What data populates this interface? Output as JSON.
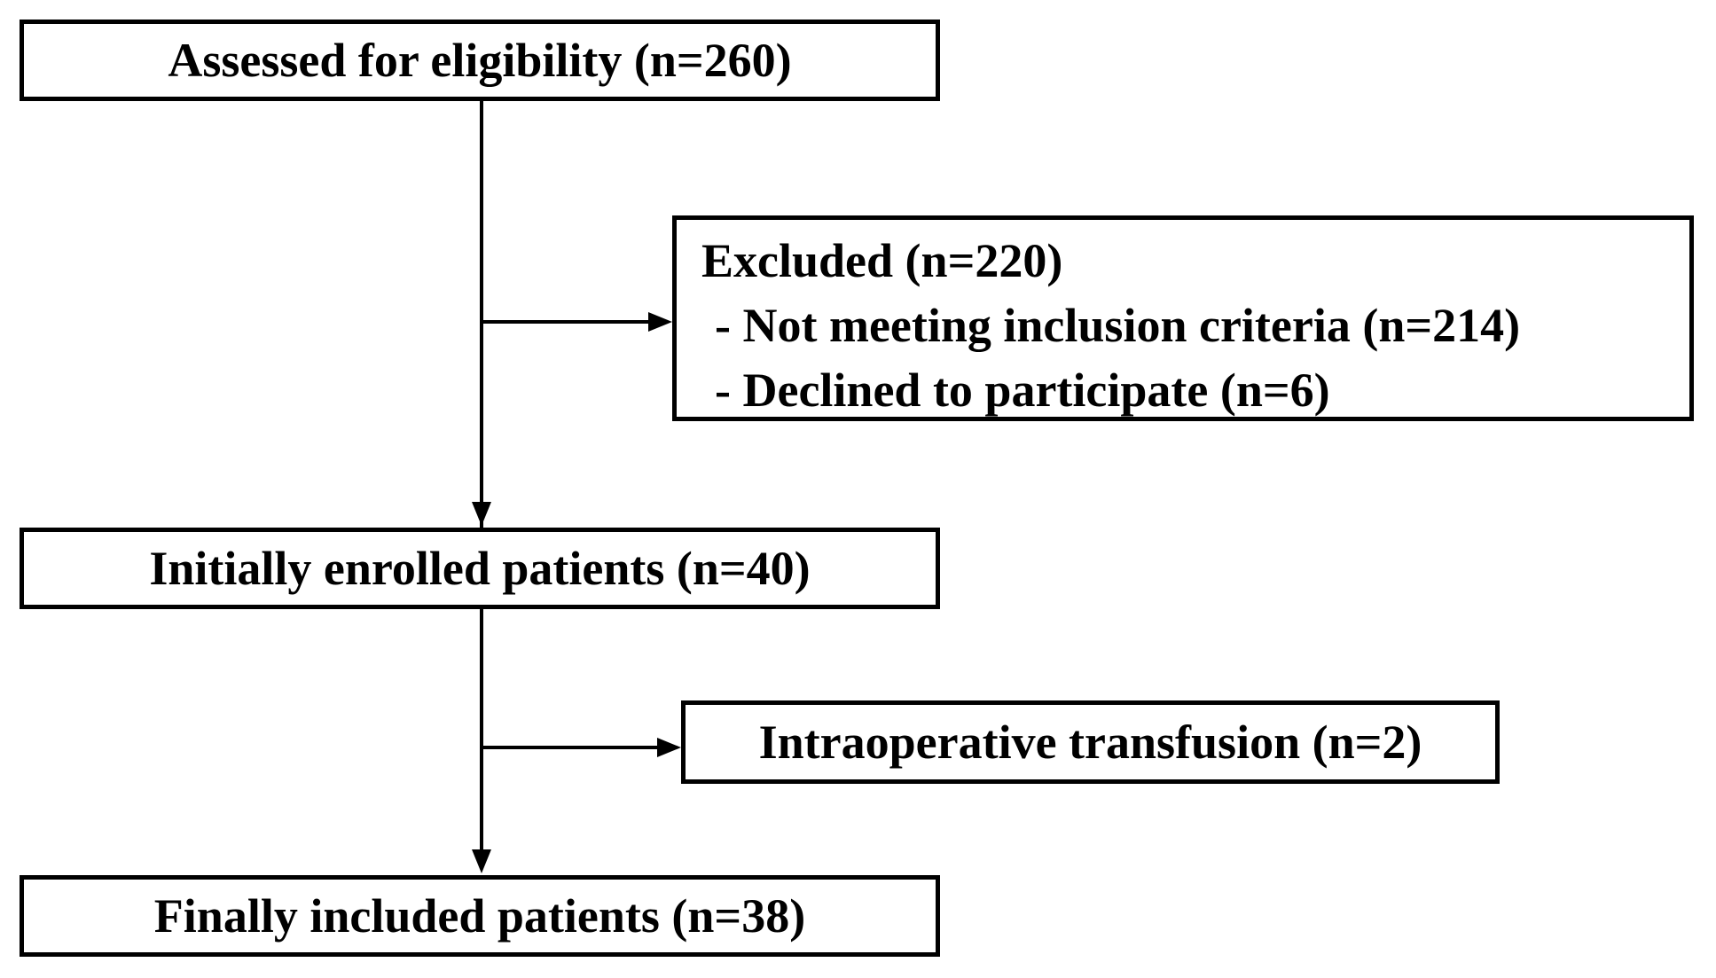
{
  "diagram": {
    "nodes": {
      "assessed": {
        "label": "Assessed for eligibility (n=260)"
      },
      "excluded": {
        "title": "Excluded (n=220)",
        "items": [
          "- Not meeting inclusion criteria (n=214)",
          "- Declined to participate (n=6)"
        ]
      },
      "enrolled": {
        "label": "Initially enrolled patients (n=40)"
      },
      "transfusion": {
        "label": "Intraoperative transfusion (n=2)"
      },
      "finally_included": {
        "label": "Finally included patients (n=38)"
      }
    },
    "colors": {
      "background": "#ffffff",
      "box_border": "#000000",
      "text": "#000000",
      "arrow": "#000000"
    }
  }
}
